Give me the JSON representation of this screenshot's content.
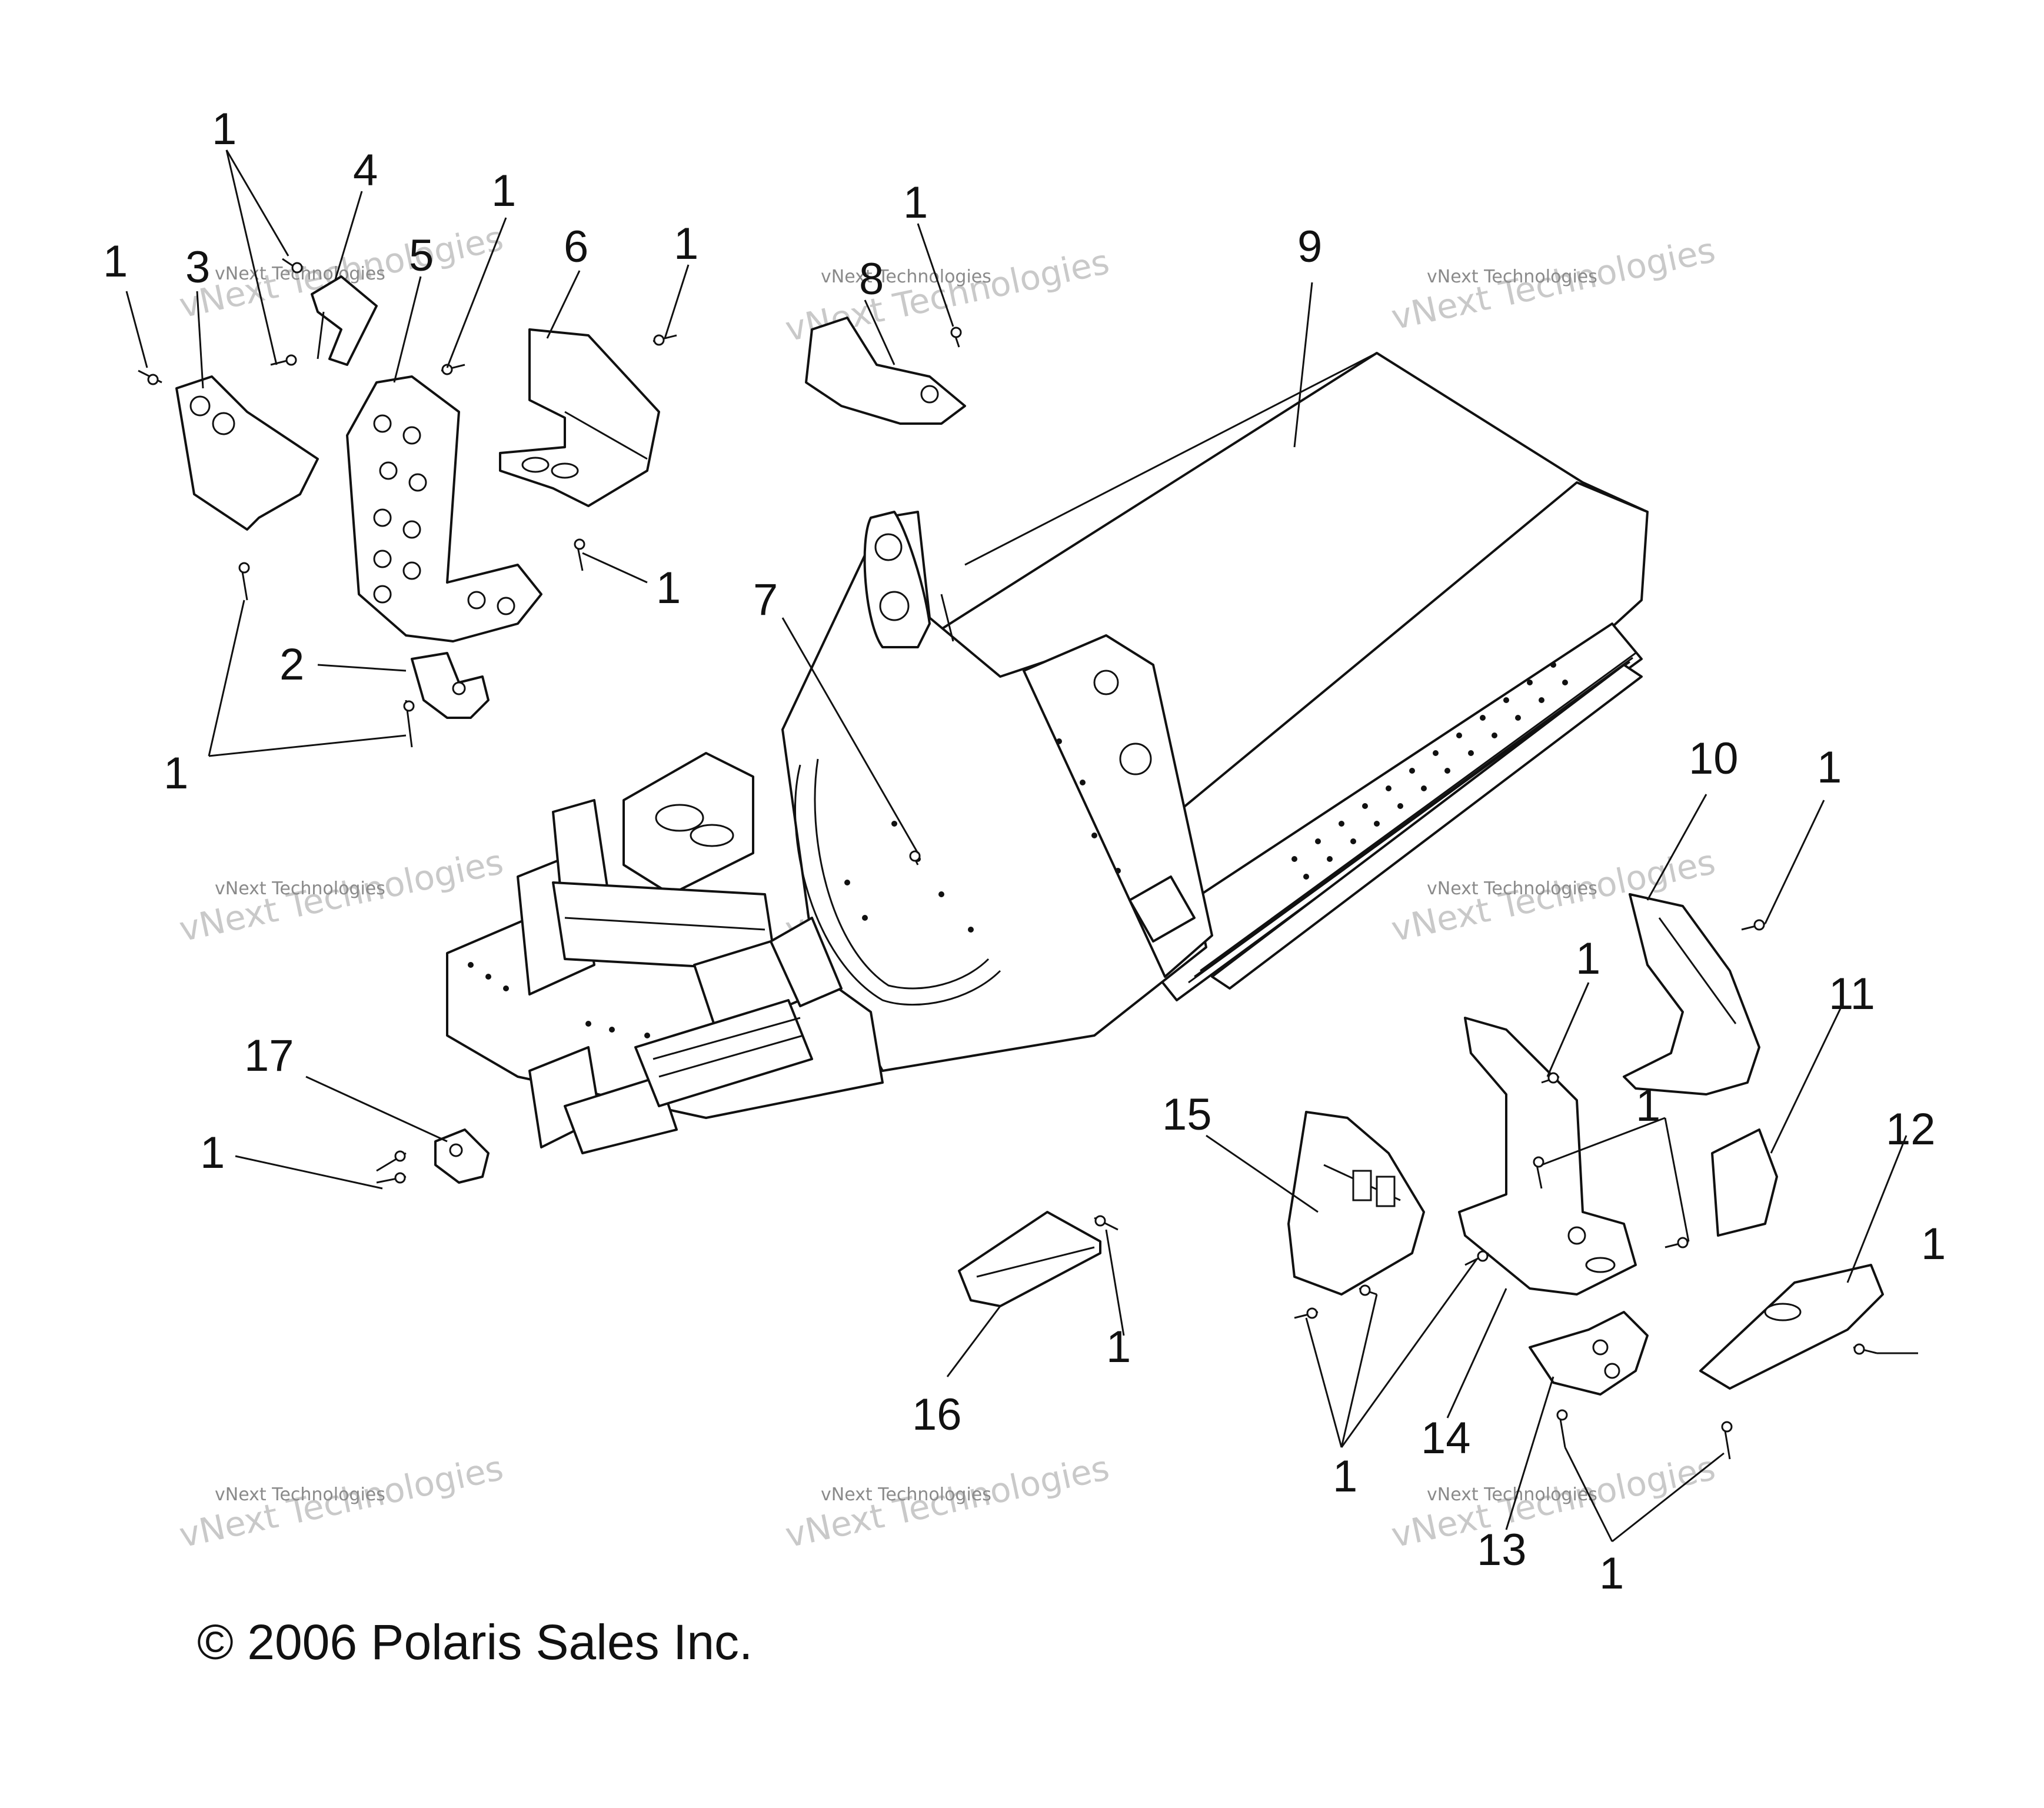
{
  "callouts": {
    "c1_a": "1",
    "c1_b": "1",
    "c3": "3",
    "c4": "4",
    "c5": "5",
    "c1_c": "1",
    "c6": "6",
    "c1_d": "1",
    "c1_e": "1",
    "c8": "8",
    "c9": "9",
    "c1_f": "1",
    "c7": "7",
    "c2": "2",
    "c1_g": "1",
    "c10": "10",
    "c1_h": "1",
    "c1_i": "1",
    "c11": "11",
    "c17": "17",
    "c1_j": "1",
    "c15": "15",
    "c1_k": "1",
    "c12": "12",
    "c1_l": "1",
    "c1_m": "1",
    "c16": "16",
    "c14": "14",
    "c1_n": "1",
    "c13": "13",
    "c1_o": "1"
  },
  "watermark": {
    "big": "vNext Technologies",
    "small": "vNext Technologies"
  },
  "copyright": "© 2006 Polaris Sales Inc."
}
